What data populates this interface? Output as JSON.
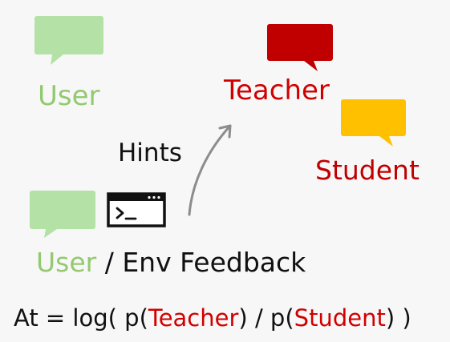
{
  "labels": {
    "user_top": "User",
    "teacher": "Teacher",
    "student": "Student",
    "hints": "Hints",
    "feedback_user": "User",
    "feedback_rest": " / Env Feedback"
  },
  "formula": {
    "part1": "At = log( p(",
    "teacher": "Teacher",
    "part2": ") / p(",
    "student": "Student",
    "part3": ") )"
  },
  "colors": {
    "user_bubble": "#b4e1a6",
    "teacher_bubble": "#c00000",
    "student_bubble": "#ffc000",
    "user_text": "#93c96f",
    "teacher_text": "#d10000",
    "student_text": "#c00000",
    "arrow": "#8c8c8c"
  },
  "icons": {
    "user_top": "speech-bubble-icon",
    "teacher": "speech-bubble-icon",
    "student": "speech-bubble-icon",
    "user_bottom": "speech-bubble-icon",
    "terminal": "terminal-icon",
    "arrow": "curved-arrow-icon"
  }
}
